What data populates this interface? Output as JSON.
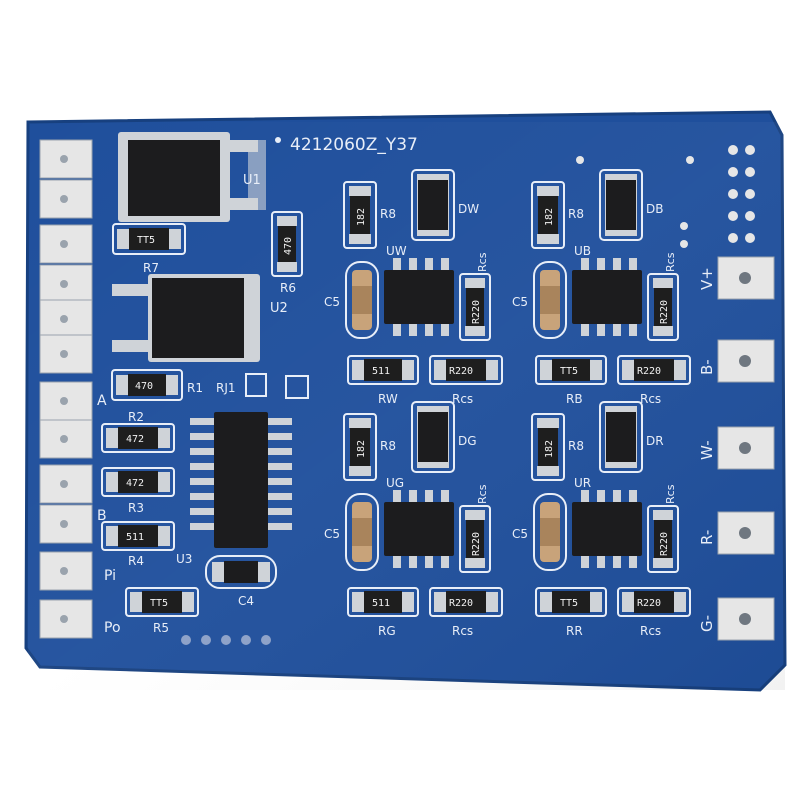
{
  "board": {
    "title": "4212060Z_Y37",
    "colors": {
      "pcb": "#1f4f9c",
      "silk": "#e8eef8",
      "chip": "#1c1c1e",
      "pad": "#e6e6e6"
    }
  },
  "left_pad_labels": [
    "A",
    "B",
    "Pi",
    "Po"
  ],
  "right_terminal_labels": [
    "V+",
    "B-",
    "W-",
    "R-",
    "G-"
  ],
  "top_labels": [
    "U1",
    "U2",
    "R6",
    "R7",
    "R1",
    "RJ1"
  ],
  "bottom_left_labels": [
    "R2",
    "R3",
    "R4",
    "U3",
    "R5",
    "C4"
  ],
  "resistor_codes": {
    "r7": "TT5",
    "r6": "470",
    "r1": "470",
    "r2": "472",
    "r3": "472",
    "r4": "511",
    "r5": "TT5"
  },
  "channels": [
    {
      "id": "w",
      "ic": "UW",
      "diode": "DW",
      "r8": "R8",
      "r8_code": "182",
      "cap": "C5",
      "rcs_top": "Rcs",
      "rcs_code": "R220",
      "r_left": "RW",
      "r_left_code": "511",
      "r_right": "Rcs",
      "r_right_code": "R220"
    },
    {
      "id": "b",
      "ic": "UB",
      "diode": "DB",
      "r8": "R8",
      "r8_code": "182",
      "cap": "C5",
      "rcs_top": "Rcs",
      "rcs_code": "R220",
      "r_left": "RB",
      "r_left_code": "TT5",
      "r_right": "Rcs",
      "r_right_code": "R220"
    },
    {
      "id": "g",
      "ic": "UG",
      "diode": "DG",
      "r8": "R8",
      "r8_code": "182",
      "cap": "C5",
      "rcs_top": "Rcs",
      "rcs_code": "R220",
      "r_left": "RG",
      "r_left_code": "511",
      "r_right": "Rcs",
      "r_right_code": "R220"
    },
    {
      "id": "r",
      "ic": "UR",
      "diode": "DR",
      "r8": "R8",
      "r8_code": "182",
      "cap": "C5",
      "rcs_top": "Rcs",
      "rcs_code": "R220",
      "r_left": "RR",
      "r_left_code": "TT5",
      "r_right": "Rcs",
      "r_right_code": "R220"
    }
  ]
}
